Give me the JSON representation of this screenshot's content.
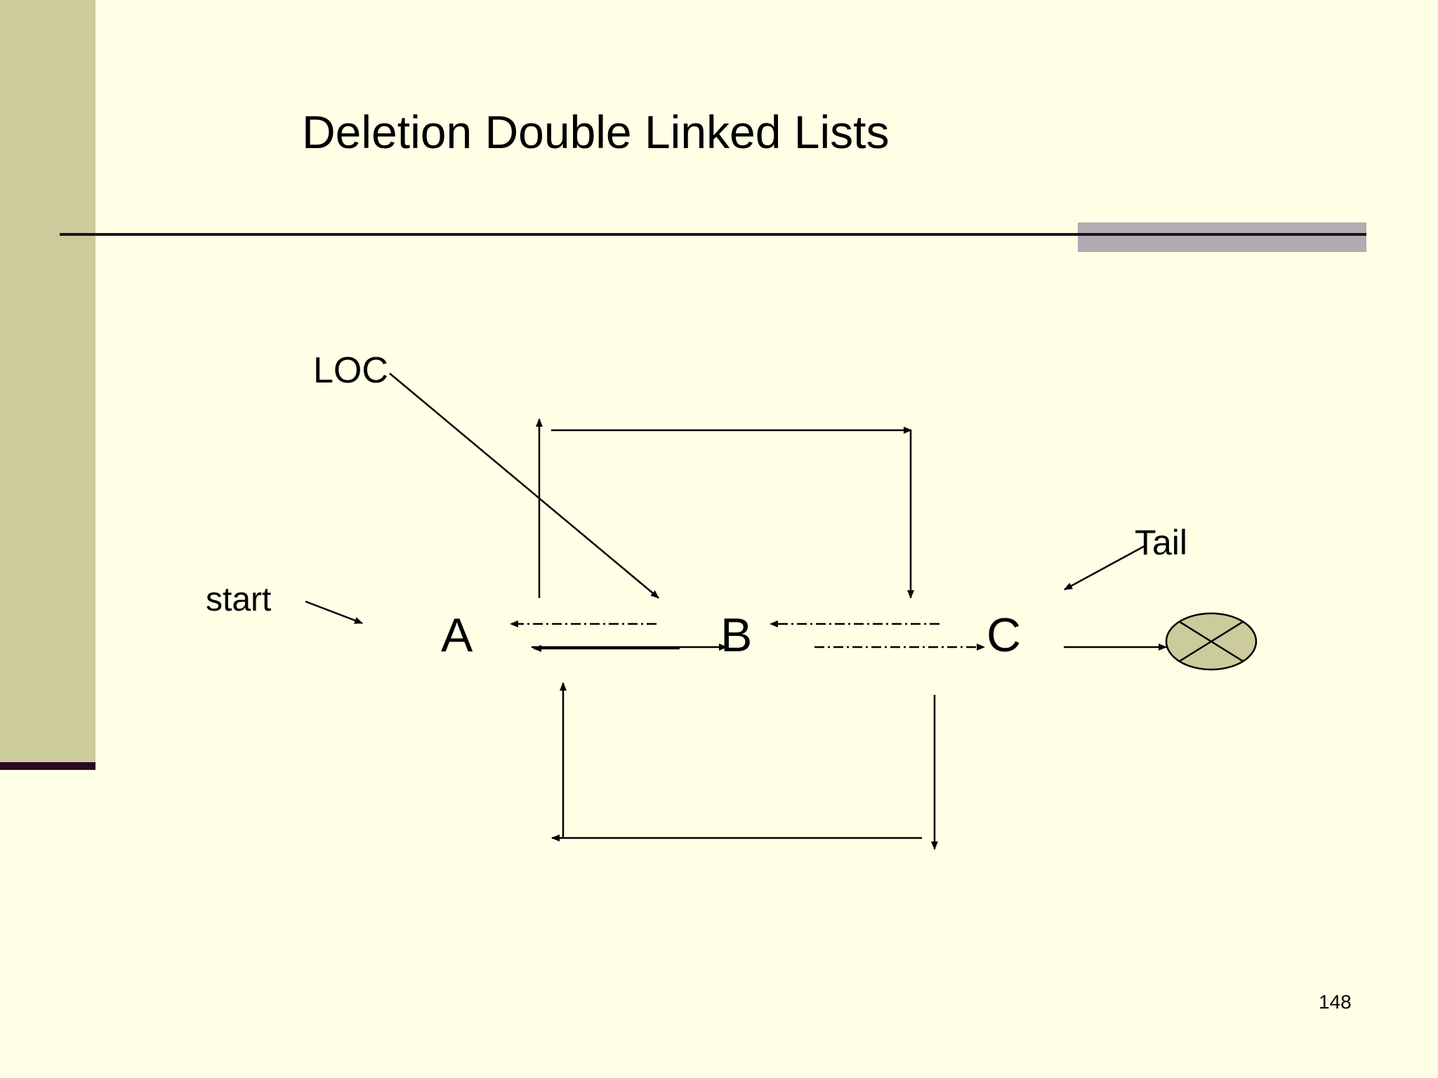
{
  "slide": {
    "title": "Deletion Double Linked Lists",
    "page_number": "148",
    "colors": {
      "background": "#FFFFE6",
      "side_bar": "#CBCB9C",
      "rule": "#2A0A22",
      "accent_gray": "#AFADB0",
      "null_node_fill": "#CBCB9C"
    }
  },
  "diagram": {
    "pointers": {
      "loc": "LOC",
      "start": "start",
      "tail": "Tail"
    },
    "nodes": {
      "a": "A",
      "b": "B",
      "c": "C"
    },
    "null_icon": "null-terminator-icon"
  }
}
